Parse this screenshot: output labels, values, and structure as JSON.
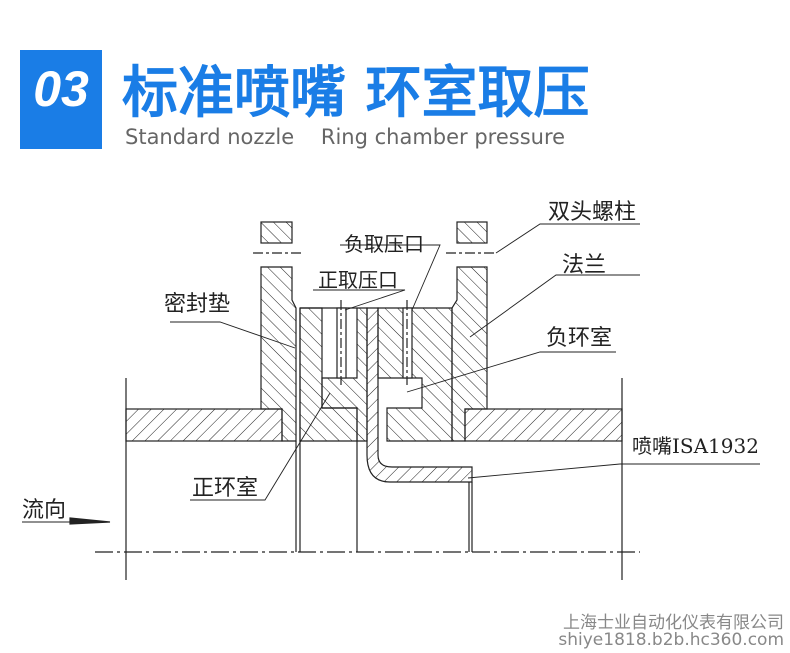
{
  "header": {
    "number": "03",
    "title": "标准喷嘴 环室取压",
    "subtitle": "Standard nozzle    Ring chamber pressure"
  },
  "diagram": {
    "labels": {
      "stud_bolt": "双头螺柱",
      "flange": "法兰",
      "negative_chamber": "负环室",
      "nozzle": "喷嘴ISA1932",
      "gasket": "密封垫",
      "negative_tap": "负取压口",
      "positive_tap": "正取压口",
      "positive_chamber": "正环室",
      "flow_direction": "流向"
    }
  },
  "footer": {
    "company": "上海士业自动化仪表有限公司",
    "url": "shiye1818.b2b.hc360.com"
  }
}
